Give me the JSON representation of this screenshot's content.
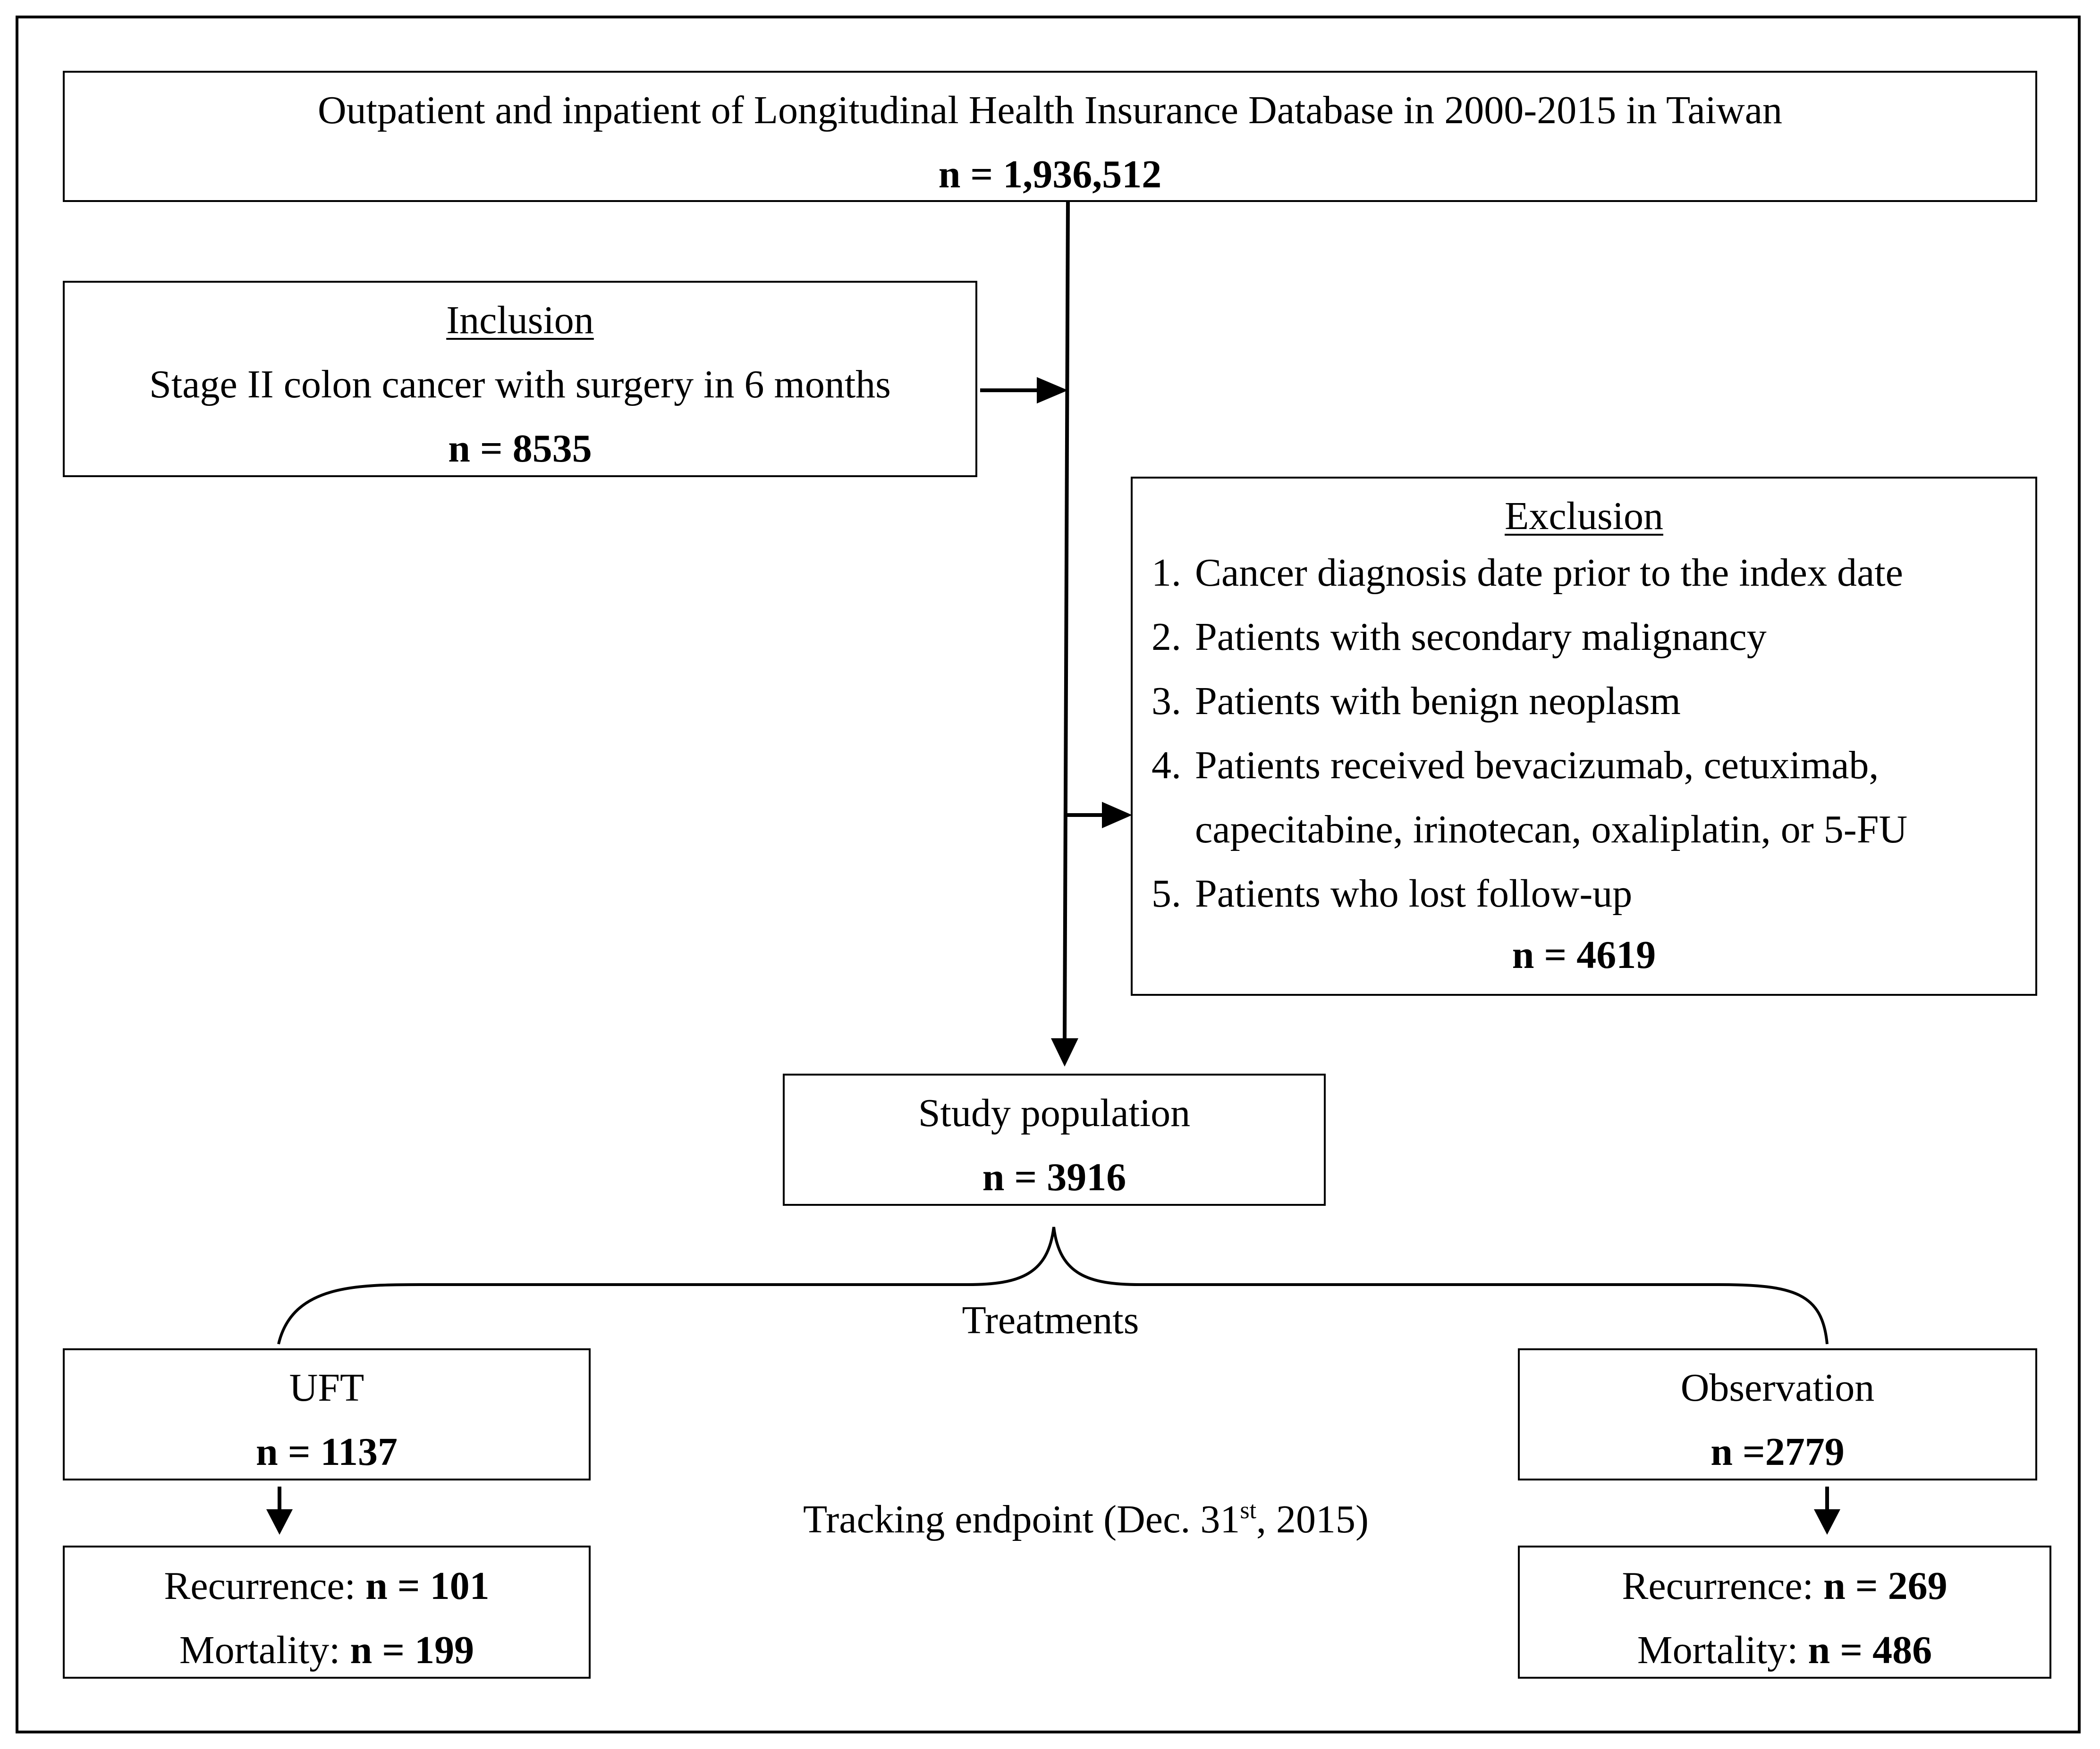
{
  "source_box": {
    "title": "Outpatient and inpatient of Longitudinal Health Insurance Database in 2000-2015 in Taiwan",
    "count": "n = 1,936,512"
  },
  "inclusion_box": {
    "heading": "Inclusion",
    "criterion": "Stage II colon cancer with surgery in 6 months",
    "count": "n = 8535"
  },
  "exclusion_box": {
    "heading": "Exclusion",
    "items": [
      {
        "num": "1.",
        "text": "Cancer diagnosis date prior to the index date"
      },
      {
        "num": "2.",
        "text": "Patients with secondary malignancy"
      },
      {
        "num": "3.",
        "text": "Patients with benign neoplasm"
      },
      {
        "num": "4.",
        "text": "Patients received bevacizumab, cetuximab,",
        "text2": "capecitabine, irinotecan, oxaliplatin, or 5-FU"
      },
      {
        "num": "5.",
        "text": "Patients who lost follow-up"
      }
    ],
    "count": "n = 4619"
  },
  "study_box": {
    "label": "Study population",
    "count": "n = 3916"
  },
  "treatments_label": "Treatments",
  "uft_box": {
    "label": "UFT",
    "count": "n = 1137"
  },
  "observation_box": {
    "label": "Observation",
    "count": "n =2779"
  },
  "tracking": {
    "prefix": "Tracking endpoint (Dec. 31",
    "sup": "st",
    "suffix": ", 2015)"
  },
  "uft_outcomes": {
    "recurrence_label": "Recurrence: ",
    "recurrence_value": "n = 101",
    "mortality_label": "Mortality: ",
    "mortality_value": "n = 199"
  },
  "obs_outcomes": {
    "recurrence_label": "Recurrence: ",
    "recurrence_value": "n = 269",
    "mortality_label": "Mortality: ",
    "mortality_value": "n = 486"
  }
}
